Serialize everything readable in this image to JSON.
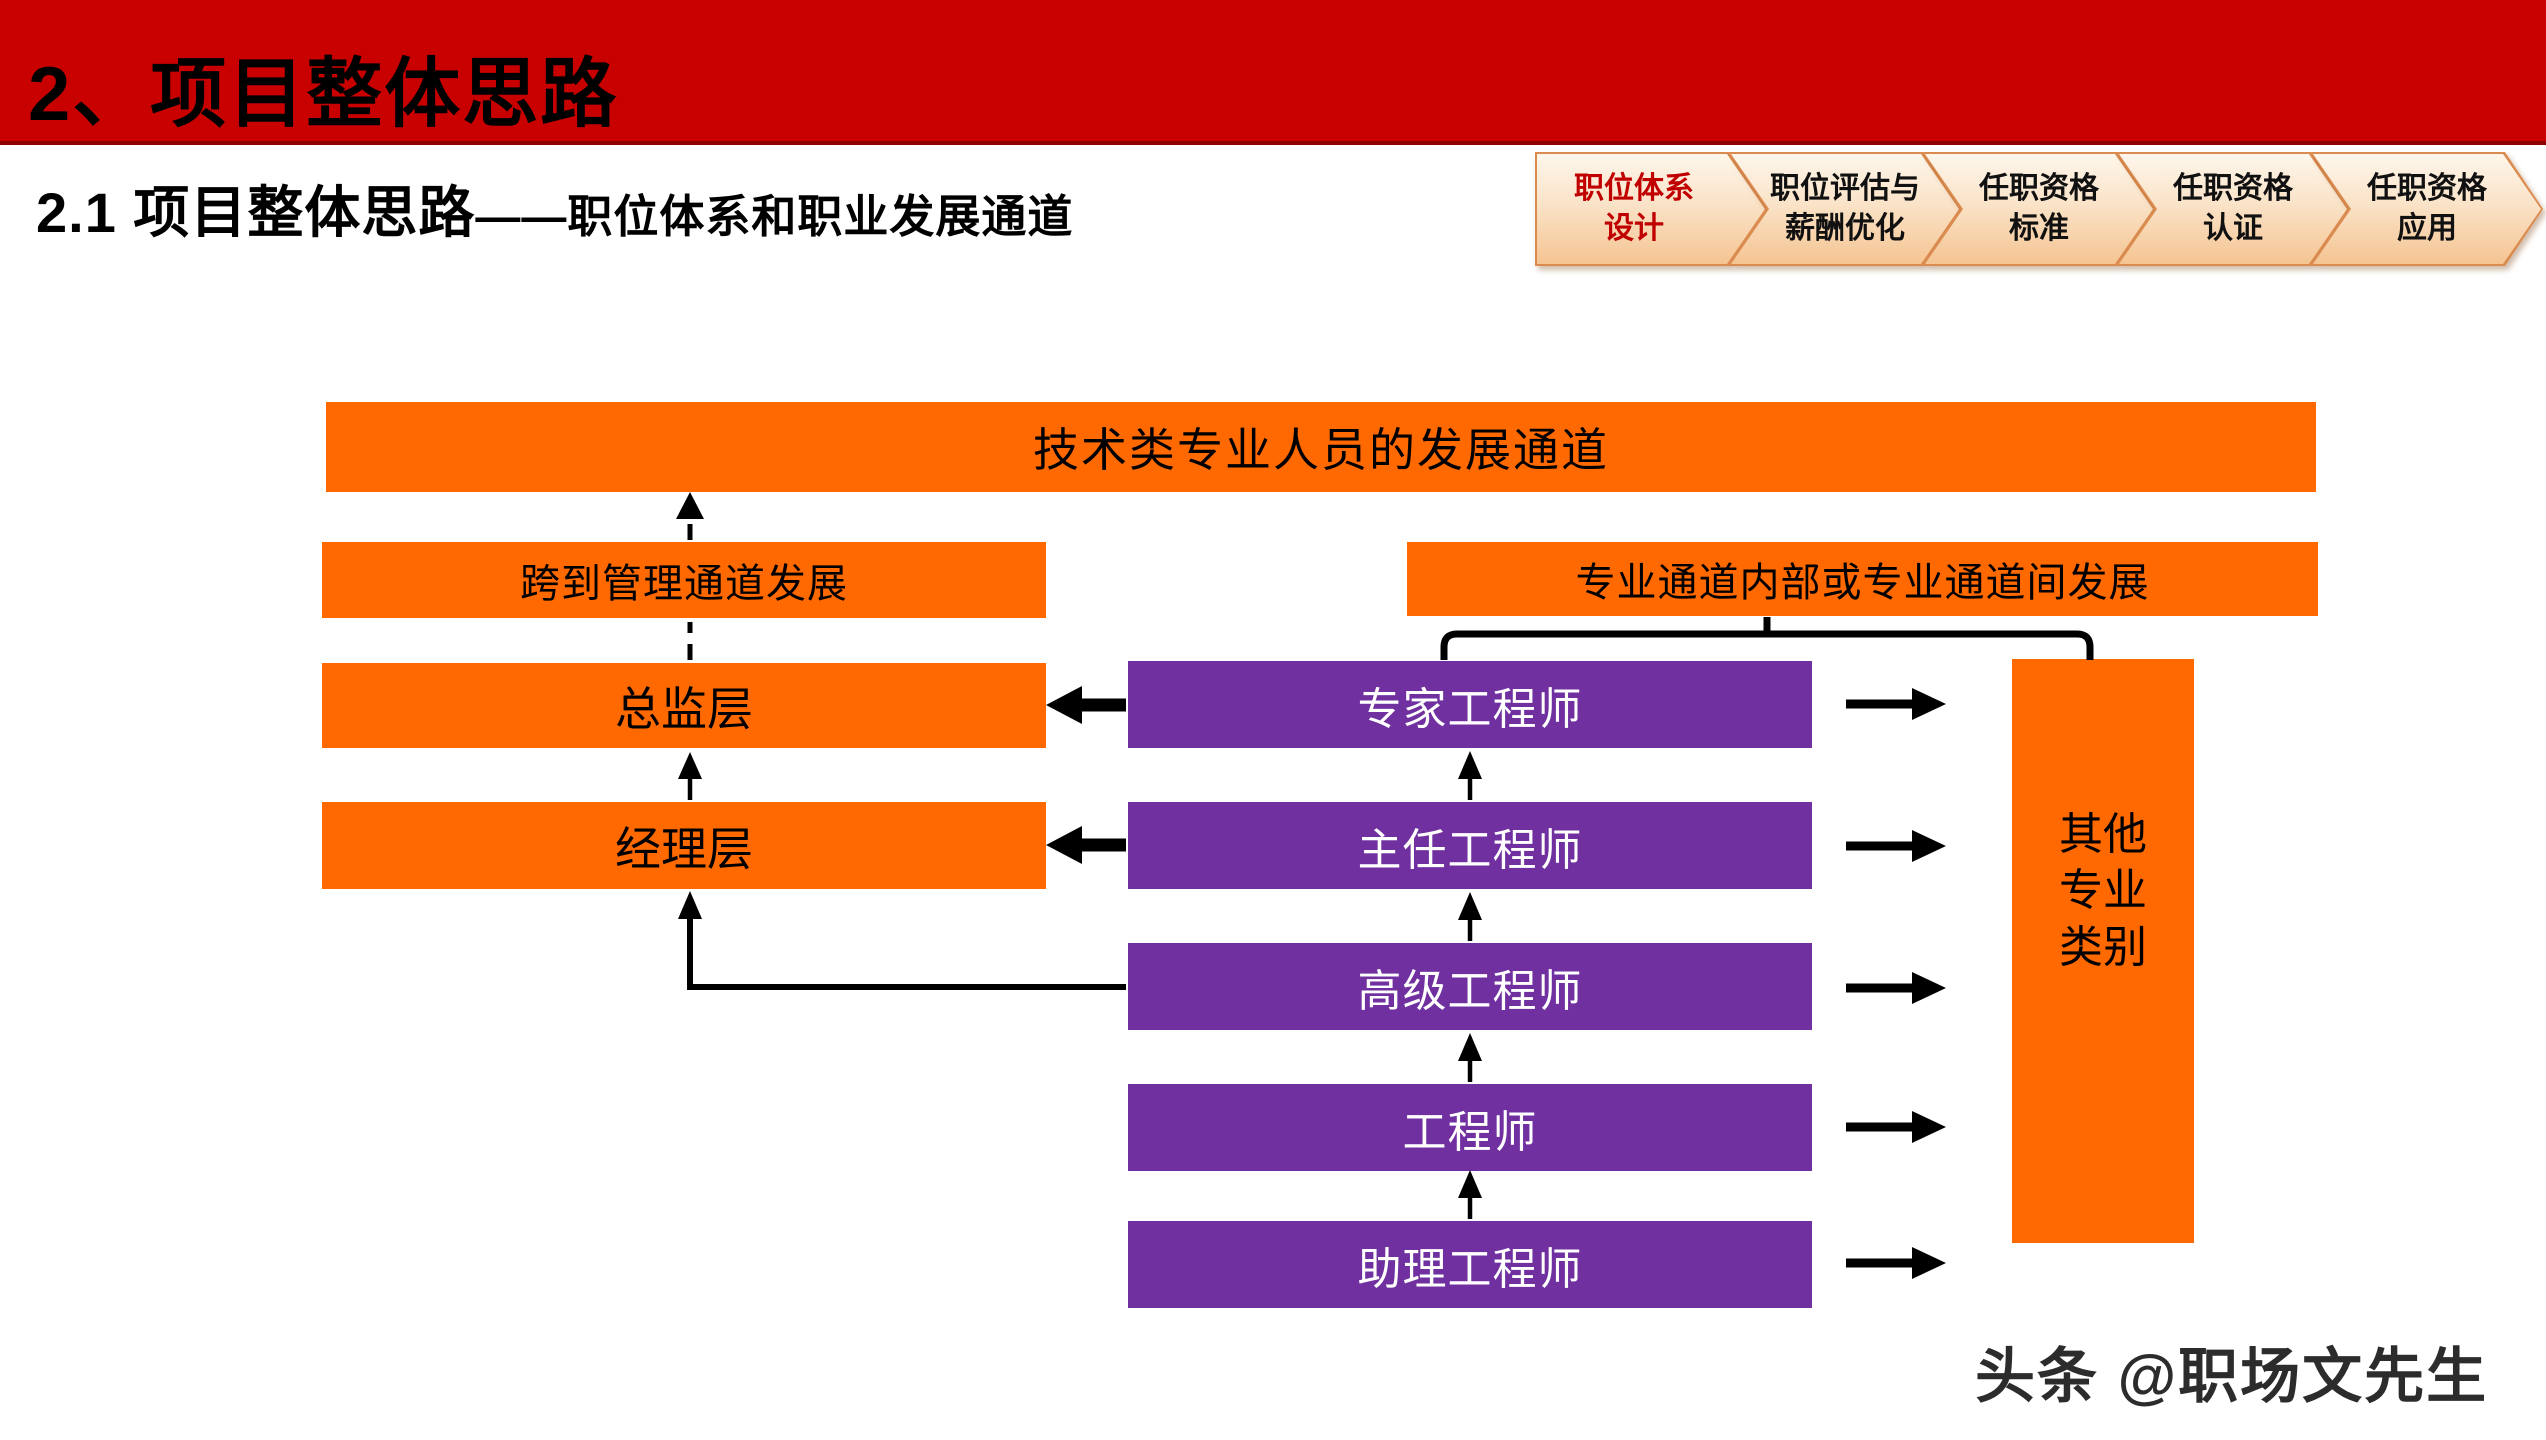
{
  "header": {
    "title": "2、项目整体思路"
  },
  "subtitle": {
    "main": "2.1  项目整体思路",
    "sub": "——职位体系和职业发展通道"
  },
  "process_tabs": [
    {
      "line1": "职位体系",
      "line2": "设计",
      "active": true
    },
    {
      "line1": "职位评估与",
      "line2": "薪酬优化",
      "active": false
    },
    {
      "line1": "任职资格",
      "line2": "标准",
      "active": false
    },
    {
      "line1": "任职资格",
      "line2": "认证",
      "active": false
    },
    {
      "line1": "任职资格",
      "line2": "应用",
      "active": false
    }
  ],
  "diagram": {
    "banner": "技术类专业人员的发展通道",
    "cross_channel_box": "跨到管理通道发展",
    "pro_channel_box": "专业通道内部或专业通道间发展",
    "management_levels": [
      "总监层",
      "经理层"
    ],
    "engineer_levels": [
      "专家工程师",
      "主任工程师",
      "高级工程师",
      "工程师",
      "助理工程师"
    ],
    "other_categories_lines": [
      "其他",
      "专业",
      "类别"
    ]
  },
  "watermark": "头条 @职场文先生",
  "colors": {
    "header_red": "#C80000",
    "header_red_border": "#8F0000",
    "orange": "#FF6900",
    "purple": "#7030A0",
    "tab_border": "#DC8B4E",
    "tab_fill_top": "#FEF6EB",
    "tab_fill_bottom": "#F5C492",
    "tab_active_text": "#C00000",
    "arrow_black": "#000000"
  }
}
